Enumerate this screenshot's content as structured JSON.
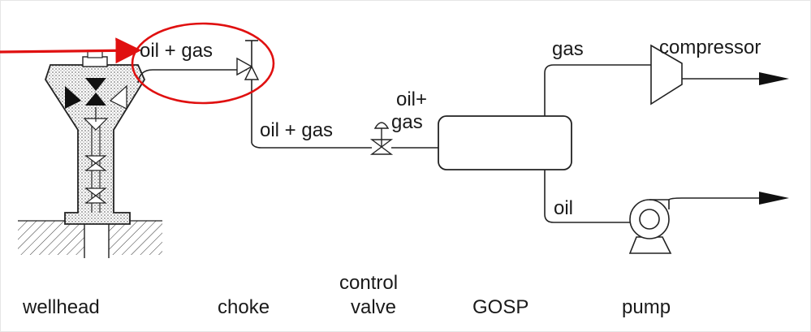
{
  "labels": {
    "oil_gas_top": "oil + gas",
    "oil_gas_mid": "oil + gas",
    "oil_plus": "oil+",
    "gas_small": "gas",
    "gas_top": "gas",
    "compressor": "compressor",
    "oil_bottom": "oil"
  },
  "captions": {
    "wellhead": "wellhead",
    "choke": "choke",
    "control_line1": "control",
    "control_line2": "valve",
    "gosp": "GOSP",
    "pump": "pump"
  },
  "colors": {
    "highlight": "#e01010",
    "line": "#222222",
    "stipple": "#9a9a9a"
  }
}
